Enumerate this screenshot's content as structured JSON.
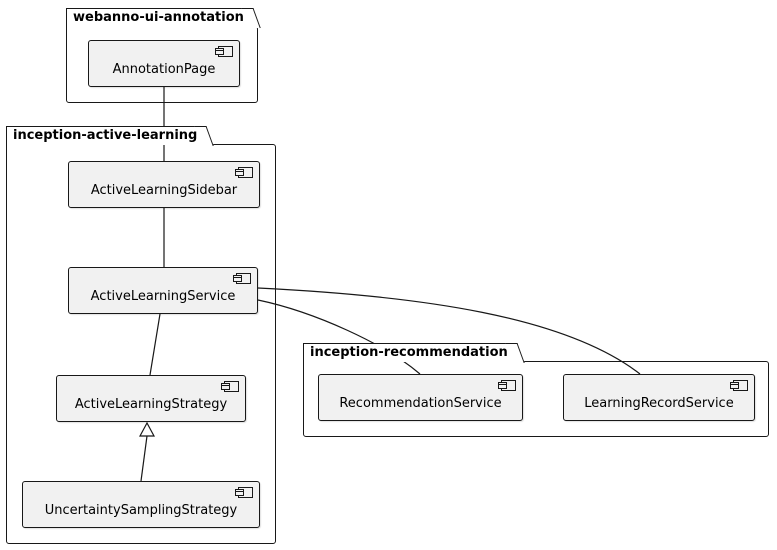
{
  "diagram_type": "uml-component-diagram",
  "packages": {
    "webanno": {
      "label": "webanno-ui-annotation"
    },
    "active_learning": {
      "label": "inception-active-learning"
    },
    "recommendation": {
      "label": "inception-recommendation"
    }
  },
  "components": {
    "annotation_page": {
      "label": "AnnotationPage",
      "package": "webanno-ui-annotation"
    },
    "sidebar": {
      "label": "ActiveLearningSidebar",
      "package": "inception-active-learning"
    },
    "service": {
      "label": "ActiveLearningService",
      "package": "inception-active-learning"
    },
    "strategy": {
      "label": "ActiveLearningStrategy",
      "package": "inception-active-learning"
    },
    "uncertainty": {
      "label": "UncertaintySamplingStrategy",
      "package": "inception-active-learning"
    },
    "recommendation_service": {
      "label": "RecommendationService",
      "package": "inception-recommendation"
    },
    "learning_record_service": {
      "label": "LearningRecordService",
      "package": "inception-recommendation"
    }
  },
  "relations": [
    {
      "from": "AnnotationPage",
      "to": "ActiveLearningSidebar",
      "type": "association"
    },
    {
      "from": "ActiveLearningSidebar",
      "to": "ActiveLearningService",
      "type": "association"
    },
    {
      "from": "ActiveLearningService",
      "to": "ActiveLearningStrategy",
      "type": "association"
    },
    {
      "from": "UncertaintySamplingStrategy",
      "to": "ActiveLearningStrategy",
      "type": "generalization"
    },
    {
      "from": "ActiveLearningService",
      "to": "RecommendationService",
      "type": "association"
    },
    {
      "from": "ActiveLearningService",
      "to": "LearningRecordService",
      "type": "association"
    }
  ],
  "colors": {
    "background": "#FFFFFF",
    "border": "#181818",
    "component_fill": "#F1F1F1",
    "text": "#000000"
  }
}
